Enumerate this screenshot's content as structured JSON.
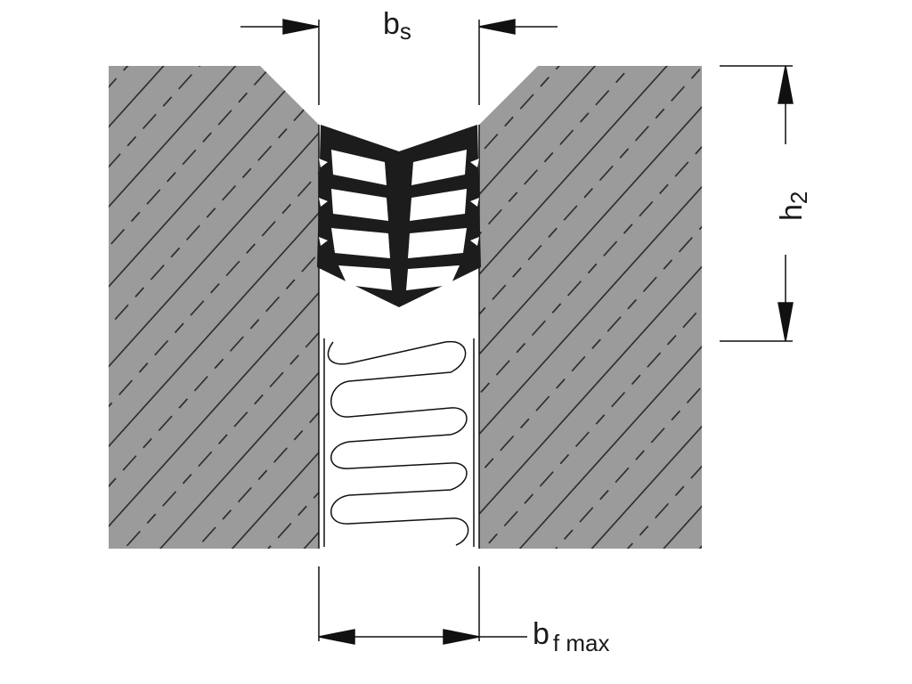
{
  "labels": {
    "joint_width_top": {
      "main": "b",
      "sub": "s"
    },
    "seal_depth": {
      "main": "h",
      "sub": "2"
    },
    "joint_width_max": {
      "main": "b",
      "sub": "f max"
    }
  },
  "colors": {
    "concrete": "#9b9b9b",
    "hatch": "#222222",
    "seal": "#1c1c1c",
    "lines": "#111111",
    "background": "#ffffff"
  },
  "icons": {
    "seal_profile": "chevron-seal-profile-icon",
    "backer_rod": "wavy-backer-rod-icon"
  }
}
